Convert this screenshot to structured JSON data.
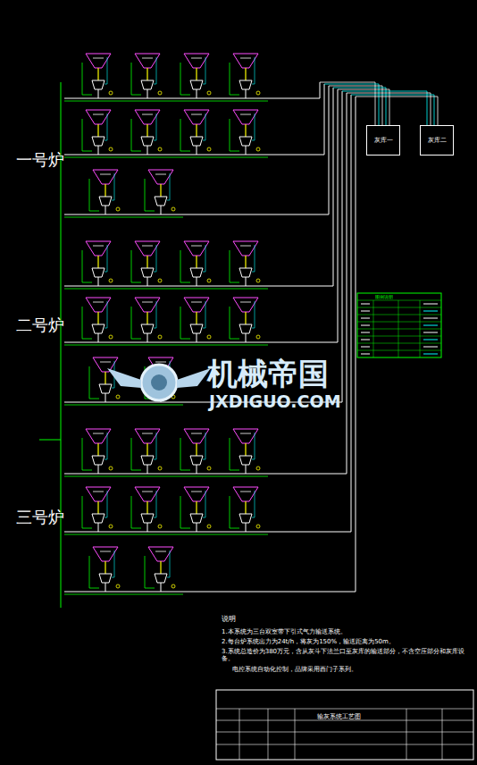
{
  "diagram": {
    "title": "输灰系统工艺图",
    "nodes": [
      {
        "text": [
          "灰库一"
        ]
      },
      {
        "text": [
          "灰库二"
        ]
      }
    ],
    "labels": [
      "一号炉",
      "二号炉",
      "三号炉",
      "图例说明",
      "说明",
      "1.本系统为三台双室带下引式气力输送系统。",
      "2.每台炉系统出力为24t/h，将灰为150%，输送距离为50m。",
      "3.系统总造价为380万元，含从灰斗下法兰口至灰库的输送部分，不含空压部分和灰库设备。",
      "电控系统自动化控制，品牌采用西门子系列。",
      "机械帝国",
      "JXDIGUO.COM"
    ]
  }
}
